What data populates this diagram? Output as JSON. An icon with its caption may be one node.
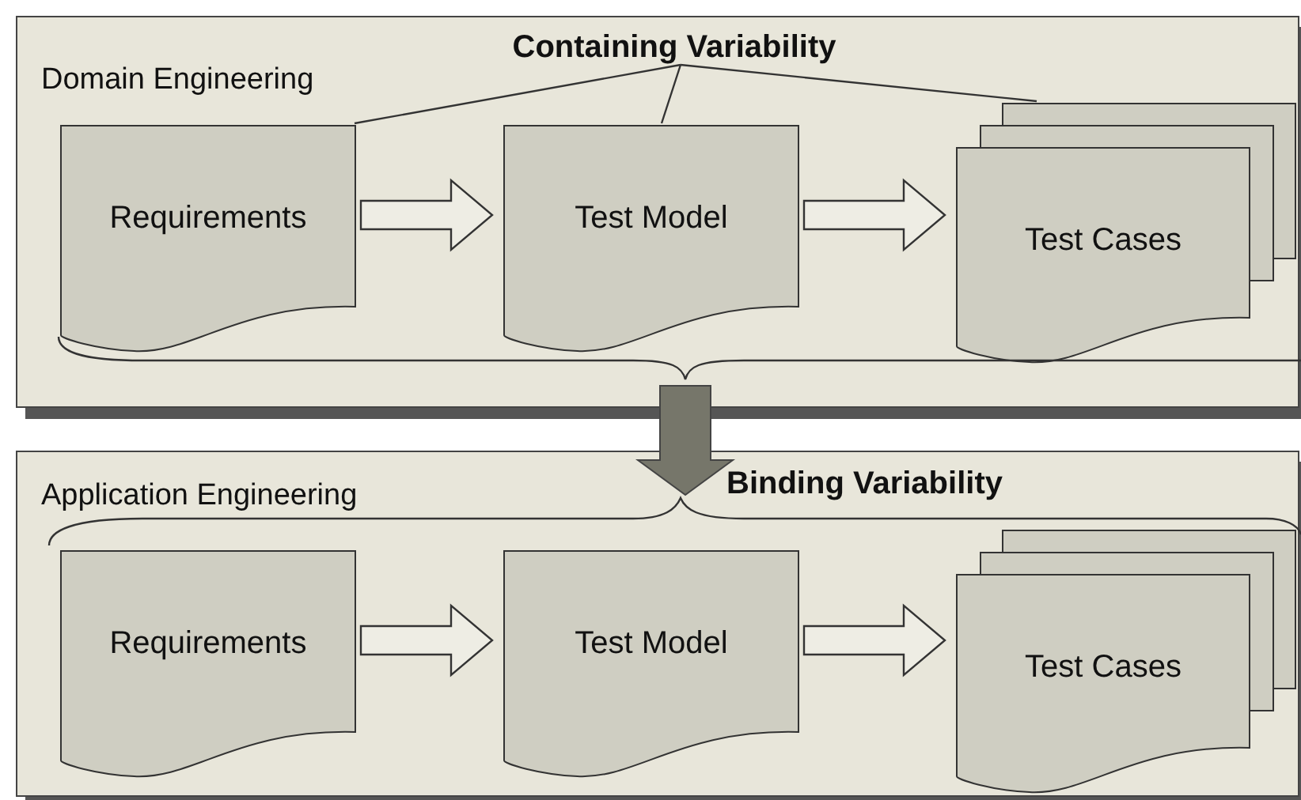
{
  "diagram": {
    "nodes": [
      {
        "text": [
          "Domain Engineering"
        ]
      },
      {
        "text": [
          "Requirements"
        ],
        "in": 0
      },
      {
        "text": [
          "Test Model"
        ],
        "in": 0
      },
      {
        "text": [
          "Test Cases"
        ],
        "in": 0
      },
      {
        "text": [
          "Containing Variability"
        ],
        "in": 0
      },
      {
        "text": [
          "Application Engineering"
        ]
      },
      {
        "text": [
          "Requirements"
        ],
        "in": 5
      },
      {
        "text": [
          "Test Model"
        ],
        "in": 5
      },
      {
        "text": [
          "Test Cases"
        ],
        "in": 5
      }
    ],
    "edges": [
      {
        "from": 1,
        "to": 2,
        "arrow": "to"
      },
      {
        "from": 2,
        "to": 3,
        "arrow": "to"
      },
      {
        "from": 4,
        "to": 1,
        "arrow": "none"
      },
      {
        "from": 4,
        "to": 2,
        "arrow": "none"
      },
      {
        "from": 4,
        "to": 3,
        "arrow": "none"
      },
      {
        "from": 0,
        "to": 5,
        "arrow": "to",
        "style": "thick",
        "color": "#76766a"
      },
      {
        "from": 6,
        "to": 7,
        "arrow": "to"
      },
      {
        "from": 7,
        "to": 8,
        "arrow": "to"
      }
    ],
    "labels": [
      "Binding Variability"
    ]
  }
}
